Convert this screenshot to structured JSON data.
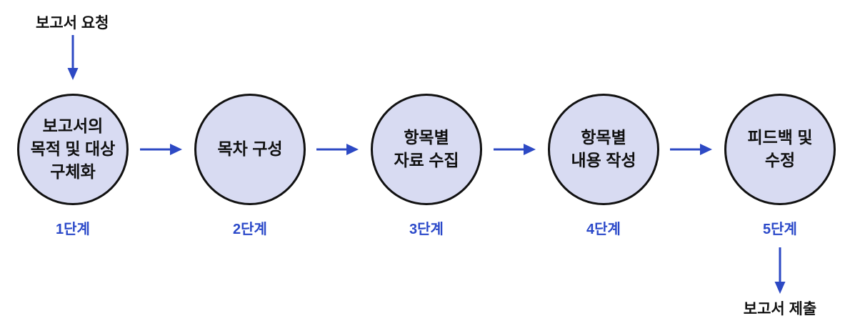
{
  "colors": {
    "arrow": "#2d49c4",
    "stage": "#2b49c9",
    "node_fill": "#d8dbf2",
    "node_border": "#111111",
    "text": "#111111",
    "background": "#ffffff"
  },
  "flow": {
    "start_label": "보고서 요청",
    "end_label": "보고서 제출",
    "steps": [
      {
        "title": "보고서의\n목적 및 대상\n구체화",
        "stage": "1단계"
      },
      {
        "title": "목차 구성",
        "stage": "2단계"
      },
      {
        "title": "항목별\n자료 수집",
        "stage": "3단계"
      },
      {
        "title": "항목별\n내용 작성",
        "stage": "4단계"
      },
      {
        "title": "피드백 및\n수정",
        "stage": "5단계"
      }
    ]
  }
}
